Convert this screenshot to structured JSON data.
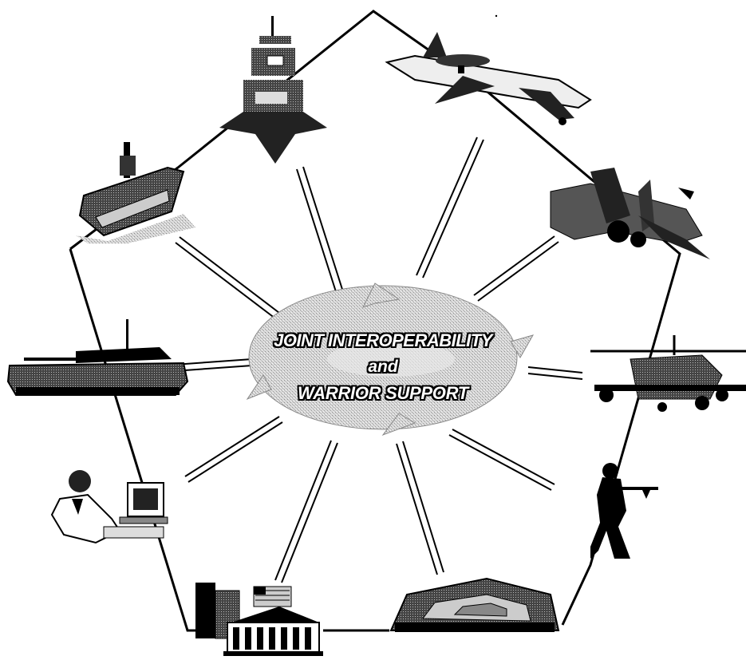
{
  "center_label": {
    "line1": "JOINT INTEROPERABILITY",
    "line2": "and",
    "line3": "WARRIOR SUPPORT"
  },
  "nodes": [
    {
      "name": "ship",
      "icon": "cruiser-ship-icon"
    },
    {
      "name": "awacs",
      "icon": "awacs-aircraft-icon"
    },
    {
      "name": "fighter",
      "icon": "fighter-jet-icon"
    },
    {
      "name": "helicopter",
      "icon": "attack-helicopter-icon"
    },
    {
      "name": "soldier",
      "icon": "soldier-icon"
    },
    {
      "name": "pentagon",
      "icon": "pentagon-building-icon"
    },
    {
      "name": "government",
      "icon": "capitol-building-icon"
    },
    {
      "name": "computer-operator",
      "icon": "computer-operator-icon"
    },
    {
      "name": "tank",
      "icon": "tank-icon"
    },
    {
      "name": "carrier",
      "icon": "aircraft-carrier-icon"
    }
  ],
  "colors": {
    "line": "#000000",
    "cloud": "#c8c8c8",
    "text": "#ffffff"
  }
}
